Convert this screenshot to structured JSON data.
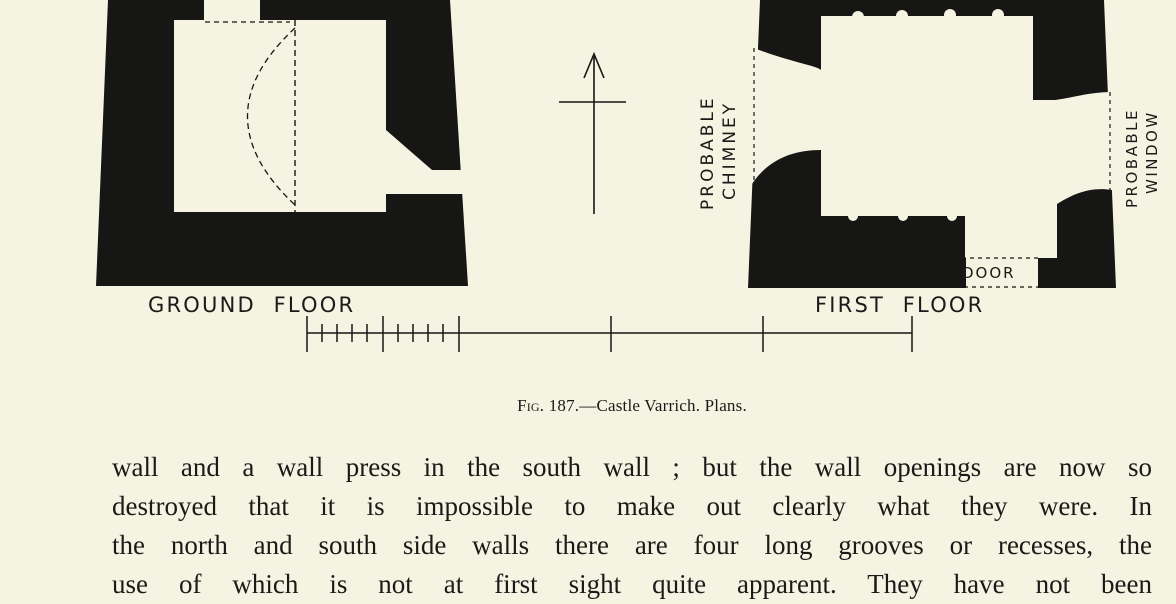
{
  "figure": {
    "labels": {
      "ground_floor": "GROUND  FLOOR",
      "first_floor": "FIRST  FLOOR",
      "probable": "PROBABLE",
      "chimney": "CHIMNEY",
      "window": "WINDOW",
      "door": "DOOR"
    }
  },
  "caption": {
    "fig_label": "Fig.",
    "text": " 187.—Castle Varrich.  Plans."
  },
  "body_text": {
    "lines": [
      "wall and a wall press in the south wall ; but the wall openings are now so",
      "destroyed that it is impossible to make out clearly what they were.  In",
      "the north and south side walls there are four long grooves or recesses, the",
      "use of which is not at first sight quite apparent.  They have not been"
    ]
  }
}
